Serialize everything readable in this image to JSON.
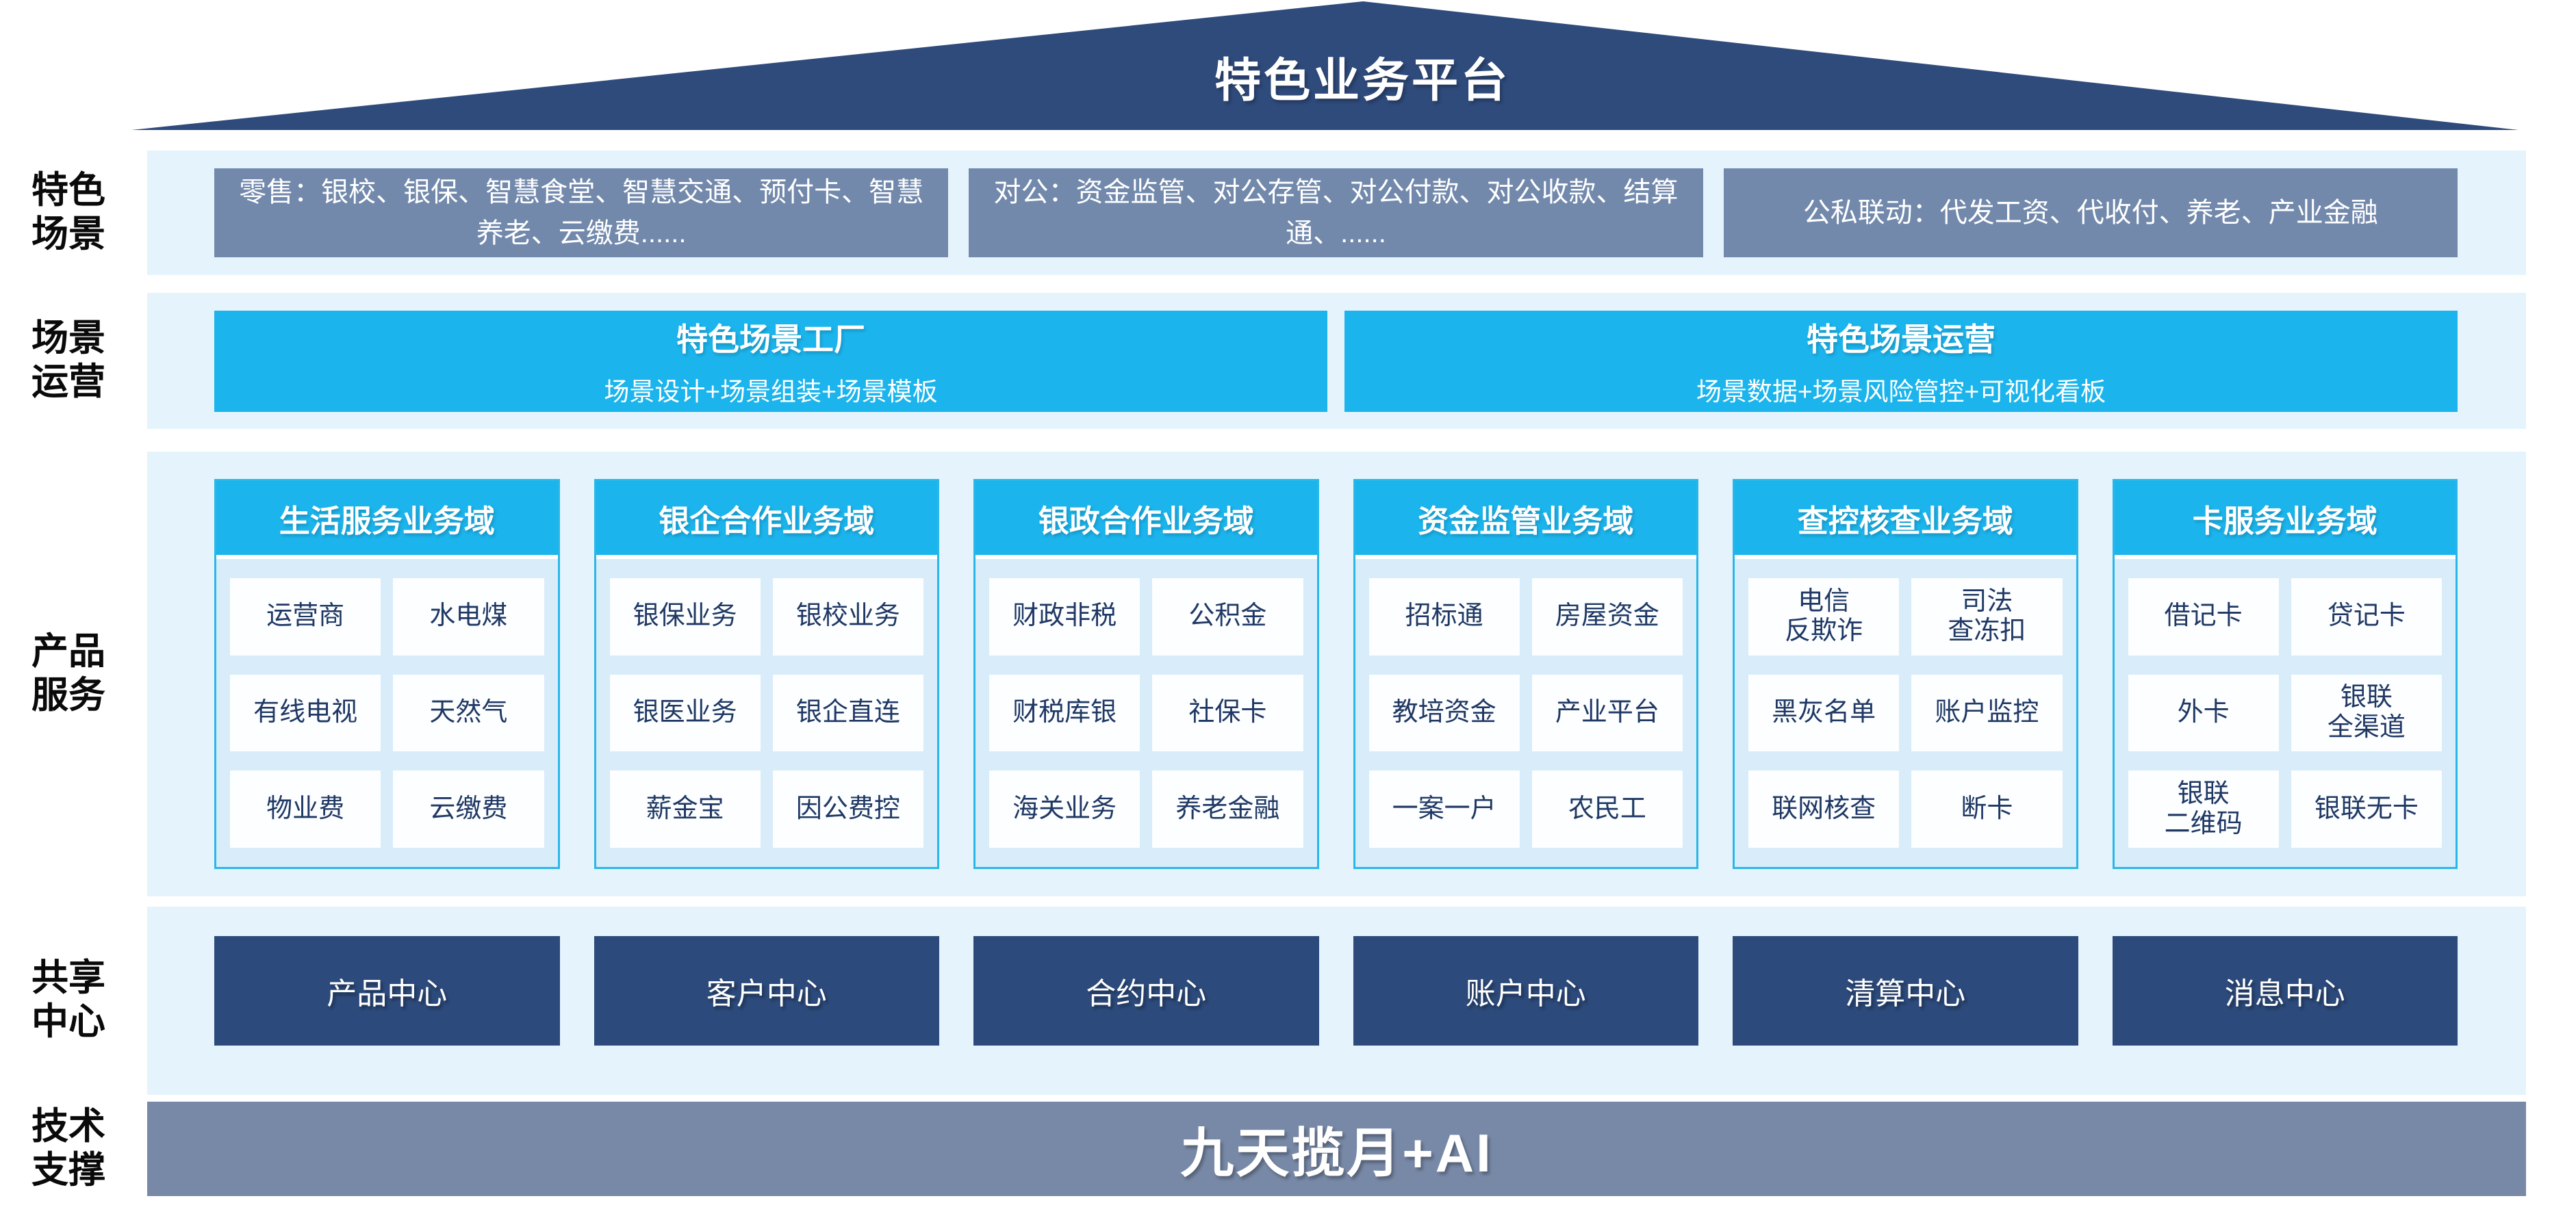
{
  "colors": {
    "roof_navy": "#2F4B7C",
    "band_bg": "#E5F4FC",
    "scene_slate": "#7289AC",
    "accent_cyan": "#1BB4EC",
    "domain_border": "#29B7E9",
    "domain_body_bg": "#D8ECF9",
    "cell_bg": "#FCFEFF",
    "cell_text_navy": "#1F3864",
    "center_navy": "#2C4A7B",
    "tech_slate": "#7889A7"
  },
  "roof": {
    "title": "特色业务平台"
  },
  "sections": {
    "scenes": {
      "label": "特色\n场景",
      "boxes": [
        "零售：银校、银保、智慧食堂、智慧交通、预付卡、智慧养老、云缴费......",
        "对公：资金监管、对公存管、对公付款、对公收款、结算通、......",
        "公私联动：代发工资、代收付、养老、产业金融"
      ]
    },
    "operations": {
      "label": "场景\n运营",
      "factory": {
        "title": "特色场景工厂",
        "subtitle": "场景设计+场景组装+场景模板"
      },
      "operation": {
        "title": "特色场景运营",
        "subtitle": "场景数据+场景风险管控+可视化看板"
      }
    },
    "products": {
      "label": "产品\n服务",
      "domains": [
        {
          "header": "生活服务业务域",
          "items": [
            "运营商",
            "水电煤",
            "有线电视",
            "天然气",
            "物业费",
            "云缴费"
          ]
        },
        {
          "header": "银企合作业务域",
          "items": [
            "银保业务",
            "银校业务",
            "银医业务",
            "银企直连",
            "薪金宝",
            "因公费控"
          ]
        },
        {
          "header": "银政合作业务域",
          "items": [
            "财政非税",
            "公积金",
            "财税库银",
            "社保卡",
            "海关业务",
            "养老金融"
          ]
        },
        {
          "header": "资金监管业务域",
          "items": [
            "招标通",
            "房屋资金",
            "教培资金",
            "产业平台",
            "一案一户",
            "农民工"
          ]
        },
        {
          "header": "查控核查业务域",
          "items": [
            "电信\n反欺诈",
            "司法\n查冻扣",
            "黑灰名单",
            "账户监控",
            "联网核查",
            "断卡"
          ]
        },
        {
          "header": "卡服务业务域",
          "items": [
            "借记卡",
            "贷记卡",
            "外卡",
            "银联\n全渠道",
            "银联\n二维码",
            "银联无卡"
          ]
        }
      ]
    },
    "centers": {
      "label": "共享\n中心",
      "items": [
        "产品中心",
        "客户中心",
        "合约中心",
        "账户中心",
        "清算中心",
        "消息中心"
      ]
    },
    "tech": {
      "label": "技术\n支撑",
      "bar": "九天揽月+AI"
    }
  }
}
